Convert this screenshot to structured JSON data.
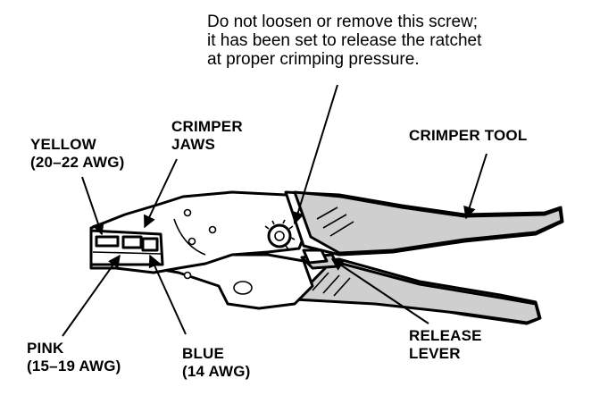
{
  "note": {
    "line1": "Do not loosen or remove this screw;",
    "line2": "it has been set to release the ratchet",
    "line3": "at proper crimping pressure."
  },
  "labels": {
    "yellow_line1": "YELLOW",
    "yellow_line2": "(20–22 AWG)",
    "crimper_jaws_line1": "CRIMPER",
    "crimper_jaws_line2": "JAWS",
    "crimper_tool": "CRIMPER TOOL",
    "pink_line1": "PINK",
    "pink_line2": "(15–19 AWG)",
    "blue_line1": "BLUE",
    "blue_line2": "(14 AWG)",
    "release_line1": "RELEASE",
    "release_line2": "LEVER"
  },
  "colors": {
    "line": "#000000",
    "grip_fill": "#cfcfcf",
    "background": "#ffffff"
  }
}
